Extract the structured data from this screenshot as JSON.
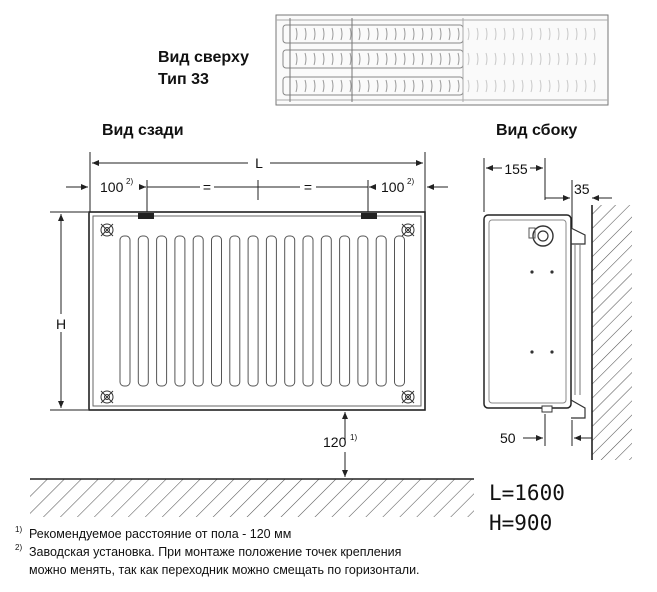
{
  "labels": {
    "top_view": "Вид сверху",
    "type": "Тип 33",
    "rear_view": "Вид сзади",
    "side_view": "Вид сбоку"
  },
  "dimensions": {
    "length_symbol": "L",
    "height_symbol": "H",
    "offset_left": "100",
    "offset_right": "100",
    "equal_sign": "=",
    "floor_gap": "120",
    "depth": "155",
    "wall_gap": "35",
    "bottom_offset": "50",
    "footnote_ref_1": "1)",
    "footnote_ref_2": "2)"
  },
  "specs": {
    "length": "L=1600",
    "height": "H=900"
  },
  "footnotes": [
    {
      "marker": "1)",
      "text": "Рекомендуемое расстояние от пола - 120 мм"
    },
    {
      "marker": "2)",
      "text": "Заводская установка. При монтаже положение точек крепления"
    },
    {
      "marker": "",
      "text": "можно менять, так как переходник можно смещать по горизонтали."
    }
  ],
  "colors": {
    "line": "#333333",
    "light_line": "#9a9a9a",
    "hatch": "#555555"
  }
}
